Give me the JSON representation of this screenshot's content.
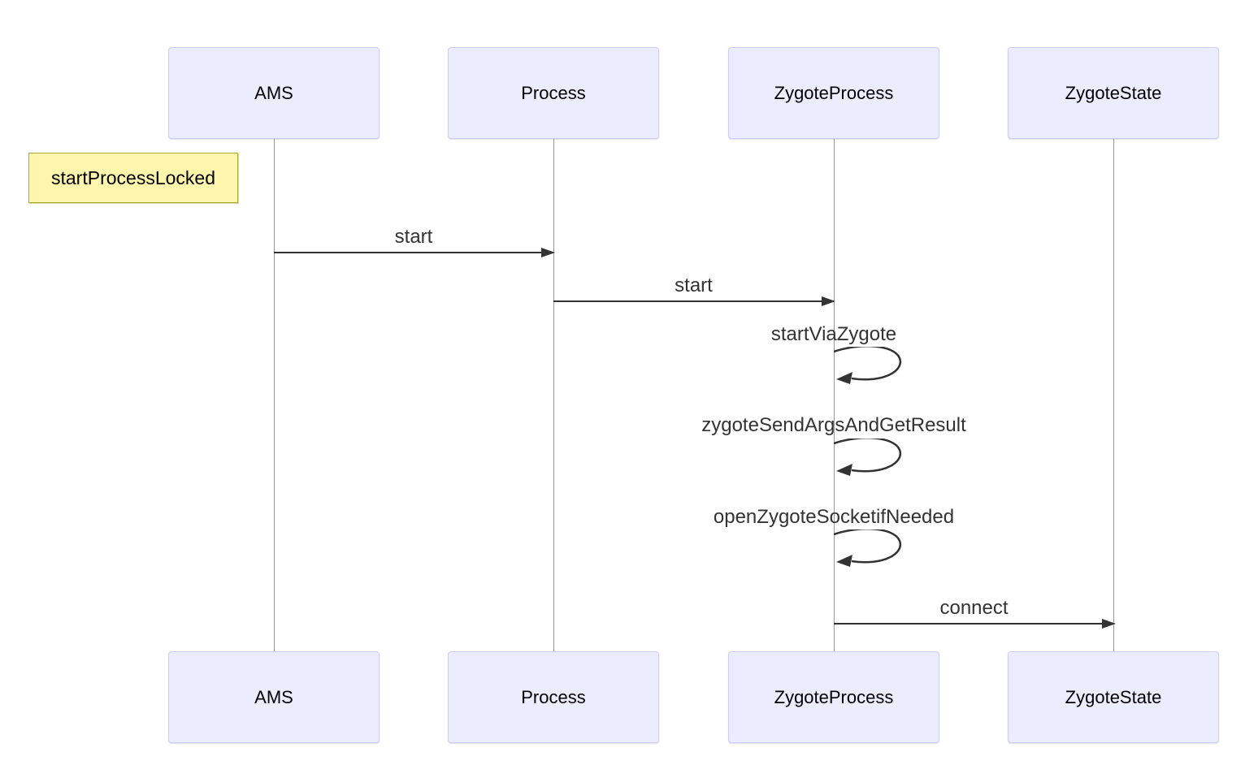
{
  "diagram": {
    "type": "sequence",
    "actors": [
      "AMS",
      "Process",
      "ZygoteProcess",
      "ZygoteState"
    ],
    "note": {
      "label": "startProcessLocked"
    },
    "messages": [
      {
        "from": "AMS",
        "to": "Process",
        "label": "start",
        "kind": "solid-arrow"
      },
      {
        "from": "Process",
        "to": "ZygoteProcess",
        "label": "start",
        "kind": "solid-arrow"
      },
      {
        "from": "ZygoteProcess",
        "to": "ZygoteProcess",
        "label": "startViaZygote",
        "kind": "self-loop"
      },
      {
        "from": "ZygoteProcess",
        "to": "ZygoteProcess",
        "label": "zygoteSendArgsAndGetResult",
        "kind": "self-loop"
      },
      {
        "from": "ZygoteProcess",
        "to": "ZygoteProcess",
        "label": "openZygoteSocketifNeeded",
        "kind": "self-loop"
      },
      {
        "from": "ZygoteProcess",
        "to": "ZygoteState",
        "label": "connect",
        "kind": "solid-arrow"
      }
    ],
    "colors": {
      "actor_fill": "#ECECFF",
      "actor_border": "#CCCCFF",
      "note_fill": "#FFF5AD",
      "note_border": "#AAAA33",
      "lifeline": "#999999",
      "arrow": "#333333",
      "message_text": "#333333",
      "actor_text": "#000000",
      "background": "#FFFFFF"
    }
  }
}
